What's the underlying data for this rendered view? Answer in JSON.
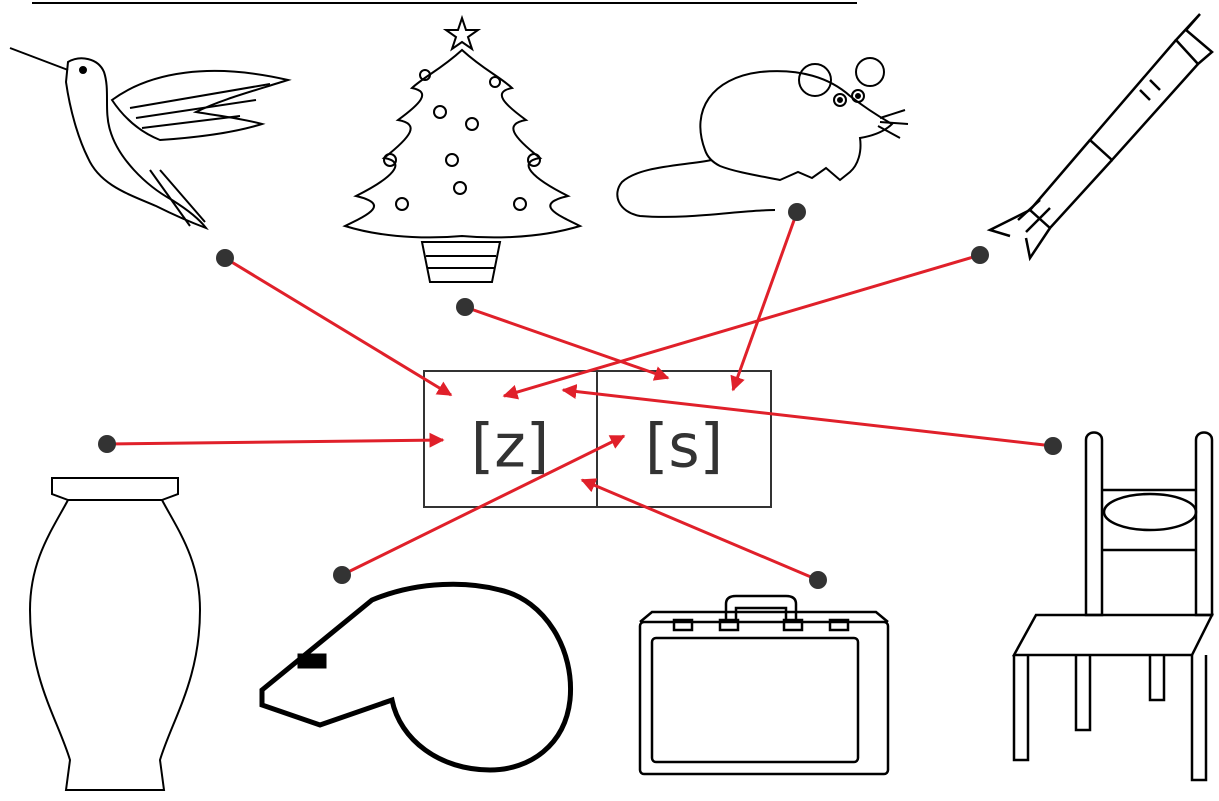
{
  "boxes": [
    {
      "id": "z",
      "label": "[z]"
    },
    {
      "id": "s",
      "label": "[s]"
    }
  ],
  "pictures": [
    {
      "id": "hummingbird",
      "target": "z"
    },
    {
      "id": "christmas-tree",
      "target": "s"
    },
    {
      "id": "mouse",
      "target": "s"
    },
    {
      "id": "rocket",
      "target": "z"
    },
    {
      "id": "vase",
      "target": "z"
    },
    {
      "id": "whistle",
      "target": "s"
    },
    {
      "id": "suitcase",
      "target": "z"
    },
    {
      "id": "chair",
      "target": "z"
    }
  ],
  "colors": {
    "arrow": "#e0202a",
    "dot": "#333333",
    "ink": "#000000"
  }
}
